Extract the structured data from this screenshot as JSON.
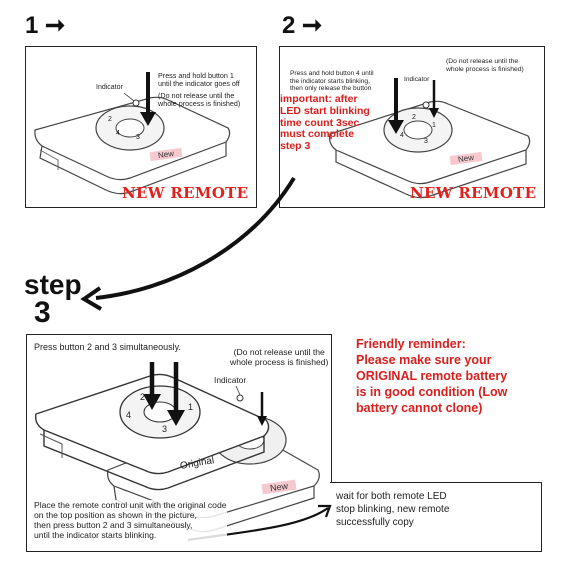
{
  "steps": {
    "step1": "1 ➞",
    "step2": "2 ➞",
    "step3_word": "step",
    "step3_num": "3"
  },
  "panel1": {
    "instruction": "Press and hold button 1\nuntil the indicator goes off",
    "note": "(Do not release until the\nwhole process is finished)",
    "indicator": "Indicator",
    "tag": "New",
    "stamp": "NEW REMOTE",
    "buttons": [
      "1",
      "2",
      "3",
      "4"
    ]
  },
  "panel2": {
    "instruction": "Press and hold button 4 until\nthe indicator starts blinking,\nthen only release the button",
    "note": "(Do not release until the\nwhole process is finished)",
    "indicator": "Indicator",
    "important": "important: after\nLED start blinking\ntime count 3sec\nmust complete\nstep 3",
    "tag": "New",
    "stamp": "NEW REMOTE",
    "buttons": [
      "1",
      "2",
      "3",
      "4"
    ]
  },
  "panel3": {
    "instruction": "Press button 2 and 3 simultaneously.",
    "note": "(Do not release until the\nwhole process is finished)",
    "indicator": "Indicator",
    "original_label": "Original",
    "tag": "New",
    "bottom_text": "Place the remote control unit with the original code\non the top position as shown in the picture,\nthen press button 2 and 3 simultaneously,\nuntil the indicator starts blinking.",
    "buttons": [
      "1",
      "2",
      "3",
      "4"
    ]
  },
  "reminder": "Friendly reminder:\nPlease make sure your\nORIGINAL remote battery\nis in good condition (Low\nbattery cannot clone)",
  "success": "wait for both remote LED\nstop blinking, new remote\nsuccessfully copy",
  "colors": {
    "accent_red": "#d9201e",
    "tag_pink": "#f6c9cf",
    "ink": "#111111"
  }
}
